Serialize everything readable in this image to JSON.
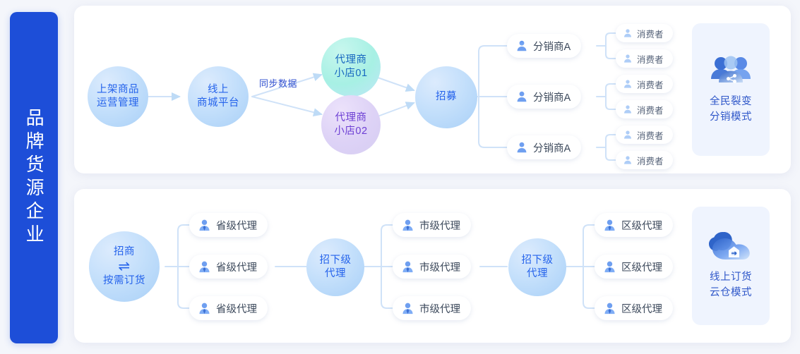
{
  "sidebar": {
    "label": "品牌货源企业"
  },
  "colors": {
    "brand_blue": "#1d4ed8",
    "page_bg": "#f4f6fb",
    "card_bg": "#ffffff",
    "node_blue": "#a9d0f7",
    "node_teal": "#a7f0e4",
    "node_purple": "#ddd2f6",
    "wire": "#cfe2f8",
    "panel_bg": "#eff4fe",
    "text_blue": "#2563eb"
  },
  "top_flow": {
    "nodes": {
      "source": "上架商品\n运营管理",
      "source_line1": "上架商品",
      "source_line2": "运营管理",
      "platform_line1": "线上",
      "platform_line2": "商城平台",
      "shop01_line1": "代理商",
      "shop01_line2": "小店01",
      "shop02_line1": "代理商",
      "shop02_line2": "小店02",
      "recruit": "招募"
    },
    "edge_label": "同步数据",
    "distributors": [
      {
        "label": "分销商A",
        "consumers": [
          "消费者",
          "消费者"
        ]
      },
      {
        "label": "分销商A",
        "consumers": [
          "消费者",
          "消费者"
        ]
      },
      {
        "label": "分销商A",
        "consumers": [
          "消费者",
          "消费者"
        ]
      }
    ],
    "panel": {
      "icon": "group-share-icon",
      "line1": "全民裂变",
      "line2": "分销模式"
    }
  },
  "bottom_flow": {
    "root": {
      "line1": "招商",
      "symbol": "⇌",
      "line2": "按需订货"
    },
    "province_agents": [
      "省级代理",
      "省级代理",
      "省级代理"
    ],
    "hub1": {
      "line1": "招下级",
      "line2": "代理"
    },
    "city_agents": [
      "市级代理",
      "市级代理",
      "市级代理"
    ],
    "hub2": {
      "line1": "招下级",
      "line2": "代理"
    },
    "district_agents": [
      "区级代理",
      "区级代理",
      "区级代理"
    ],
    "panel": {
      "icon": "cloud-warehouse-icon",
      "line1": "线上订货",
      "line2": "云仓模式"
    }
  }
}
